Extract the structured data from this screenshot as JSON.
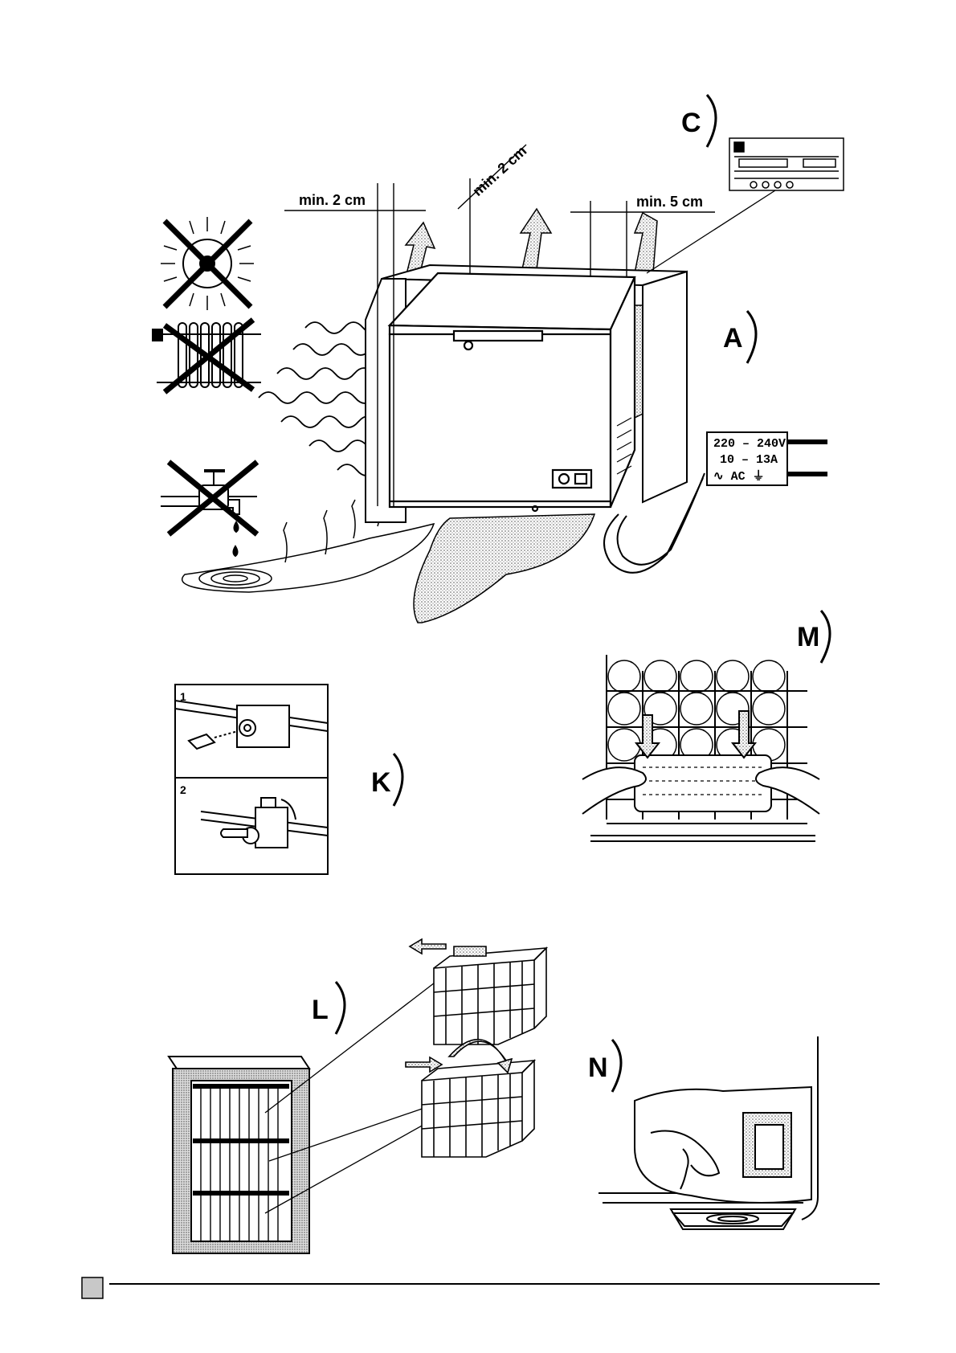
{
  "labels": {
    "a": "A",
    "c": "C",
    "k": "K",
    "l": "L",
    "m": "M",
    "n": "N"
  },
  "clearances": {
    "left": "min. 2 cm",
    "back": "min. 2 cm",
    "right": "min.  5 cm"
  },
  "plug": {
    "voltage": "220 – 240V",
    "current": "10 – 13A",
    "supply": "∿ AC  ⏚"
  },
  "lock_steps": {
    "step1": "1",
    "step2": "2"
  }
}
